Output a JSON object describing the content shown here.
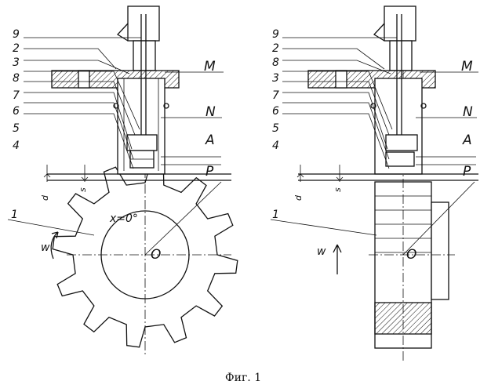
{
  "caption": "Фиг. 1",
  "left_view": {
    "part_numbers": [
      "9",
      "2",
      "3",
      "8",
      "7",
      "6",
      "5",
      "4",
      "1"
    ],
    "letters": [
      "M",
      "N",
      "A",
      "P",
      "O"
    ],
    "dims": [
      "d",
      "s"
    ],
    "angle_label": "x=0°",
    "w_label": "w"
  },
  "right_view": {
    "part_numbers": [
      "9",
      "2",
      "8",
      "3",
      "7",
      "6",
      "5",
      "4",
      "1"
    ],
    "letters": [
      "M",
      "N",
      "A",
      "P",
      "O"
    ],
    "dims": [
      "d",
      "s"
    ],
    "w_label": "w"
  }
}
